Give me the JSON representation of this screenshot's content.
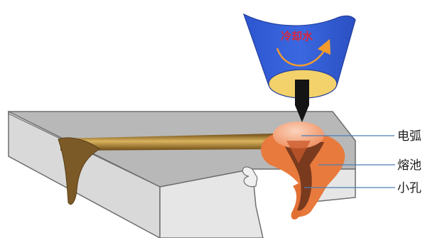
{
  "labels": {
    "coolant": "冷却水",
    "arc": "电弧",
    "weld_pool": "熔池",
    "keyhole": "小孔"
  },
  "colors": {
    "plate_top": "#b9b9b9",
    "plate_side": "#dcdcdc",
    "plate_front": "#e6e6e6",
    "plate_edge": "#6f6f6f",
    "bead": "#a8782a",
    "bead_highlight": "#d6ae5c",
    "root_bead": "#7a5a2a",
    "pool": "#e87a3d",
    "arc": "#f3a27a",
    "keyhole": "#7a3a1e",
    "torch_body": "#2f5bd6",
    "torch_mouth": "#f3d16b",
    "electrode": "#141414",
    "leader_line": "#4a7fb5",
    "coolant_arrow": "#f39c2c"
  }
}
